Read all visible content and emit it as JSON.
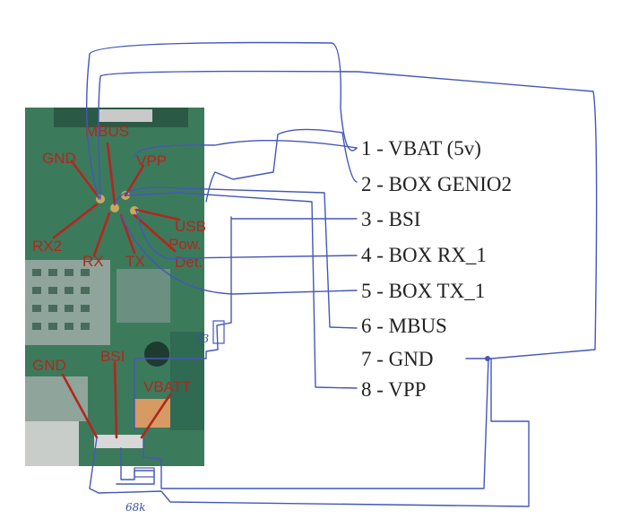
{
  "colors": {
    "pcb_green": "#3c7a5c",
    "pcb_dark": "#2a5a45",
    "label_red": "#b3261e",
    "wire_blue": "#4457b8",
    "text_dark": "#222222"
  },
  "pcb_labels": {
    "mbus": "MBUS",
    "gnd_top": "GND",
    "vpp": "VPP",
    "usb": "USB",
    "rx2": "RX2",
    "rx": "RX",
    "tx": "TX",
    "pow": "Pow.",
    "det": "Det.",
    "gnd_bottom": "GND",
    "bsi": "BSI",
    "vbatt": "VBATT"
  },
  "pins": [
    {
      "label": "1 - VBAT (5v)"
    },
    {
      "label": "2 - BOX GENIO2"
    },
    {
      "label": "3 - BSI"
    },
    {
      "label": "4 - BOX RX_1"
    },
    {
      "label": "5 - BOX TX_1"
    },
    {
      "label": "6 - MBUS"
    },
    {
      "label": "7 - GND"
    },
    {
      "label": "8 - VPP"
    }
  ],
  "annotations": {
    "resistor_small": "33",
    "resistor_bottom": "68k"
  }
}
